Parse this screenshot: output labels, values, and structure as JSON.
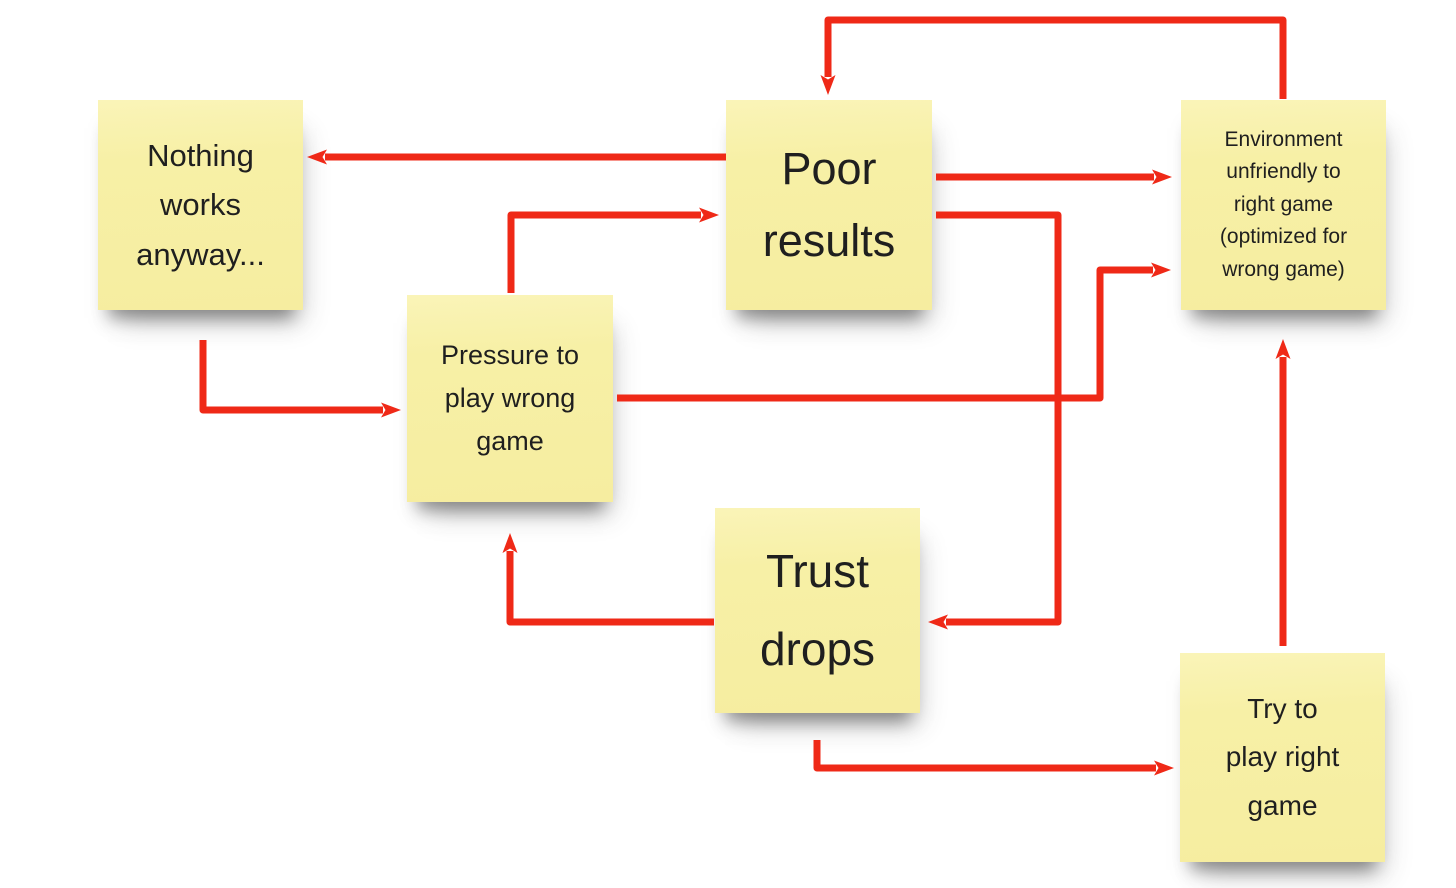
{
  "diagram": {
    "title": "Sticky-note causal loop diagram",
    "colors": {
      "background": "#ffffff",
      "note": "#f6eda0",
      "arrow": "#ef2917",
      "text": "#1f1f1f"
    },
    "notes": [
      {
        "id": "nothing-works",
        "label": "Nothing\nworks\nanyway..."
      },
      {
        "id": "poor-results",
        "label": "Poor\nresults"
      },
      {
        "id": "environment-unfriendly",
        "label": "Environment\nunfriendly to\nright game\n(optimized for\nwrong game)"
      },
      {
        "id": "pressure-wrong-game",
        "label": "Pressure to\nplay wrong\ngame"
      },
      {
        "id": "trust-drops",
        "label": "Trust\ndrops"
      },
      {
        "id": "try-right-game",
        "label": "Try to\nplay right\ngame"
      }
    ],
    "connections": [
      {
        "from": "environment-unfriendly",
        "to": "poor-results"
      },
      {
        "from": "poor-results",
        "to": "nothing-works"
      },
      {
        "from": "poor-results",
        "to": "environment-unfriendly"
      },
      {
        "from": "pressure-wrong-game",
        "to": "poor-results"
      },
      {
        "from": "nothing-works",
        "to": "pressure-wrong-game"
      },
      {
        "from": "pressure-wrong-game",
        "to": "environment-unfriendly"
      },
      {
        "from": "poor-results",
        "to": "trust-drops"
      },
      {
        "from": "trust-drops",
        "to": "pressure-wrong-game"
      },
      {
        "from": "trust-drops",
        "to": "try-right-game"
      },
      {
        "from": "try-right-game",
        "to": "environment-unfriendly"
      }
    ]
  }
}
